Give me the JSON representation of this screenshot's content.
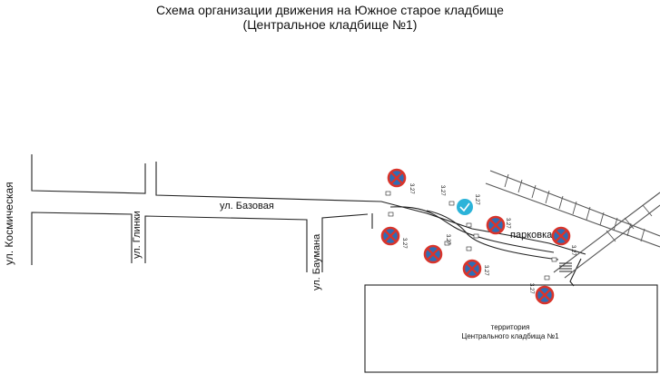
{
  "title": {
    "line1": "Схема организации движения на Южное старое кладбище",
    "line2": "(Центральное кладбище №1)"
  },
  "streets": {
    "kosmicheskaya": "ул. Космическая",
    "glinki": "ул. Глинки",
    "bazovaya": "ул. Базовая",
    "baumana": "ул. Баумана"
  },
  "labels": {
    "parking": "парковка",
    "territory_line1": "территория",
    "territory_line2": "Центрального кладбища №1"
  },
  "signs": {
    "no_stopping_plate": "3.27",
    "no_stopping_color": "#d9342b",
    "no_stopping_bg": "#2f6db5",
    "info_sign_color": "#2bb3d9"
  },
  "colors": {
    "road_line": "#222222",
    "rail_line": "#555555"
  }
}
